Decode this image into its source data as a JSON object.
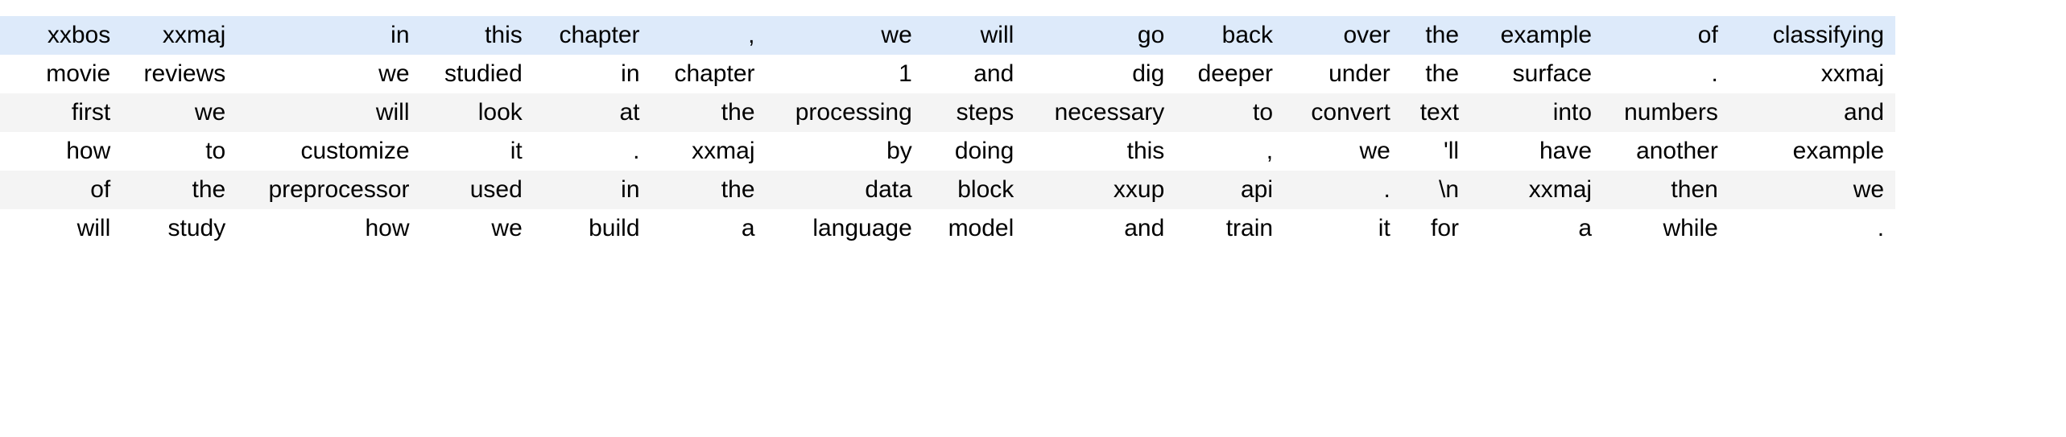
{
  "table": {
    "columns": 16,
    "row_count": 6,
    "colors": {
      "highlight_row_bg": "#ddeafa",
      "plain_row_bg": "#ffffff",
      "stripe_row_bg": "#f4f4f4",
      "text": "#000000",
      "page_bg": "#ffffff"
    },
    "rows": [
      {
        "style": "row-highlight",
        "cells": [
          "xxbos",
          "xxmaj",
          "in",
          "this",
          "chapter",
          ",",
          "we",
          "will",
          "go",
          "back",
          "over",
          "the",
          "example",
          "of",
          "classifying"
        ]
      },
      {
        "style": "row-plain",
        "cells": [
          "movie",
          "reviews",
          "we",
          "studied",
          "in",
          "chapter",
          "1",
          "and",
          "dig",
          "deeper",
          "under",
          "the",
          "surface",
          ".",
          "xxmaj"
        ]
      },
      {
        "style": "row-stripe",
        "cells": [
          "first",
          "we",
          "will",
          "look",
          "at",
          "the",
          "processing",
          "steps",
          "necessary",
          "to",
          "convert",
          "text",
          "into",
          "numbers",
          "and"
        ]
      },
      {
        "style": "row-plain",
        "cells": [
          "how",
          "to",
          "customize",
          "it",
          ".",
          "xxmaj",
          "by",
          "doing",
          "this",
          ",",
          "we",
          "'ll",
          "have",
          "another",
          "example"
        ]
      },
      {
        "style": "row-stripe",
        "cells": [
          "of",
          "the",
          "preprocessor",
          "used",
          "in",
          "the",
          "data",
          "block",
          "xxup",
          "api",
          ".",
          "\\n",
          "xxmaj",
          "then",
          "we"
        ]
      },
      {
        "style": "row-plain",
        "cells": [
          "will",
          "study",
          "how",
          "we",
          "build",
          "a",
          "language",
          "model",
          "and",
          "train",
          "it",
          "for",
          "a",
          "while",
          "."
        ]
      }
    ]
  }
}
